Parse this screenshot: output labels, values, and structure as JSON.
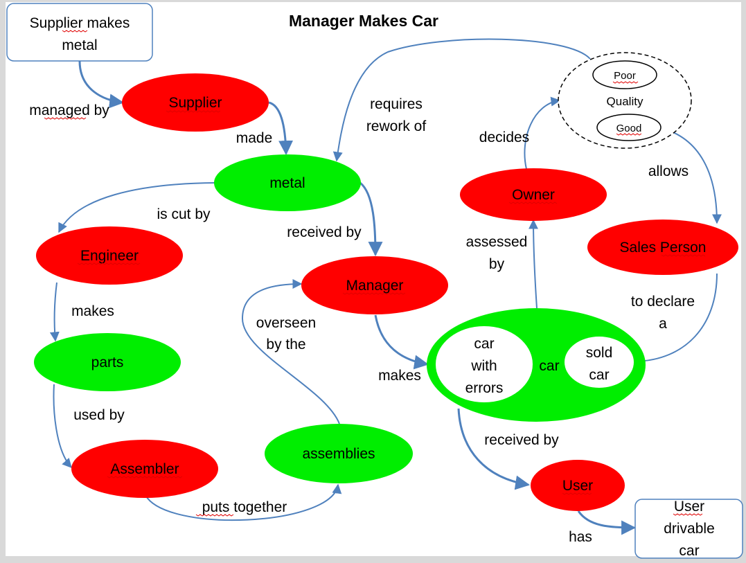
{
  "title": "Manager Makes Car",
  "boxes": {
    "supplier_makes_metal": [
      "Supplier makes",
      "metal"
    ],
    "user_drivable_car": [
      "User",
      "drivable",
      "car"
    ]
  },
  "nodes": {
    "supplier": "Supplier",
    "metal": "metal",
    "engineer": "Engineer",
    "parts": "parts",
    "assembler": "Assembler",
    "assemblies": "assemblies",
    "manager": "Manager",
    "owner": "Owner",
    "sales_person": "Sales Person",
    "user": "User",
    "car": "car",
    "car_with_errors": [
      "car",
      "with",
      "errors"
    ],
    "sold_car": [
      "sold",
      "car"
    ],
    "quality": "Quality",
    "poor": "Poor",
    "good": "Good"
  },
  "edge_labels": {
    "managed_by": "managed by",
    "made": "made",
    "requires_rework_of": [
      "requires",
      "rework of"
    ],
    "is_cut_by": "is cut by",
    "received_by_manager": "received by",
    "makes_parts": "makes",
    "used_by": "used by",
    "puts_together": "puts together",
    "overseen_by_the": [
      "overseen",
      "by the"
    ],
    "makes_car": "makes",
    "decides": "decides",
    "allows": "allows",
    "assessed_by": [
      "assessed",
      "by"
    ],
    "to_declare_a": [
      "to declare",
      "a"
    ],
    "received_by_user": "received by",
    "has": "has"
  },
  "colors": {
    "red_node": "#ff0000",
    "green_node": "#00ee00",
    "connector": "#4f81bd"
  }
}
